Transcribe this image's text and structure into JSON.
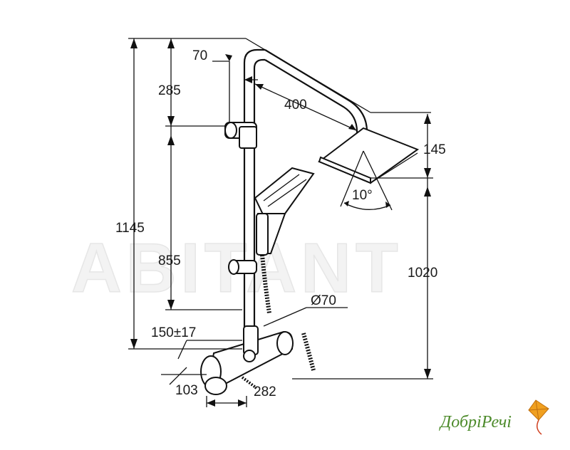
{
  "watermark": "ABITANT",
  "dimensions": {
    "total_height": "1145",
    "top_offset": "285",
    "wall_offset": "70",
    "arm_length": "400",
    "head_height": "145",
    "spray_angle": "10°",
    "bar_height": "855",
    "head_to_mixer": "1020",
    "head_diameter": "Ø70",
    "center_distance": "150±17",
    "mixer_depth": "103",
    "mixer_width": "282"
  },
  "logo": {
    "text": "ДобріРечі",
    "colors": {
      "text": "#4c8a2a",
      "kite": "#f0a020",
      "tail": "#d04020"
    }
  }
}
